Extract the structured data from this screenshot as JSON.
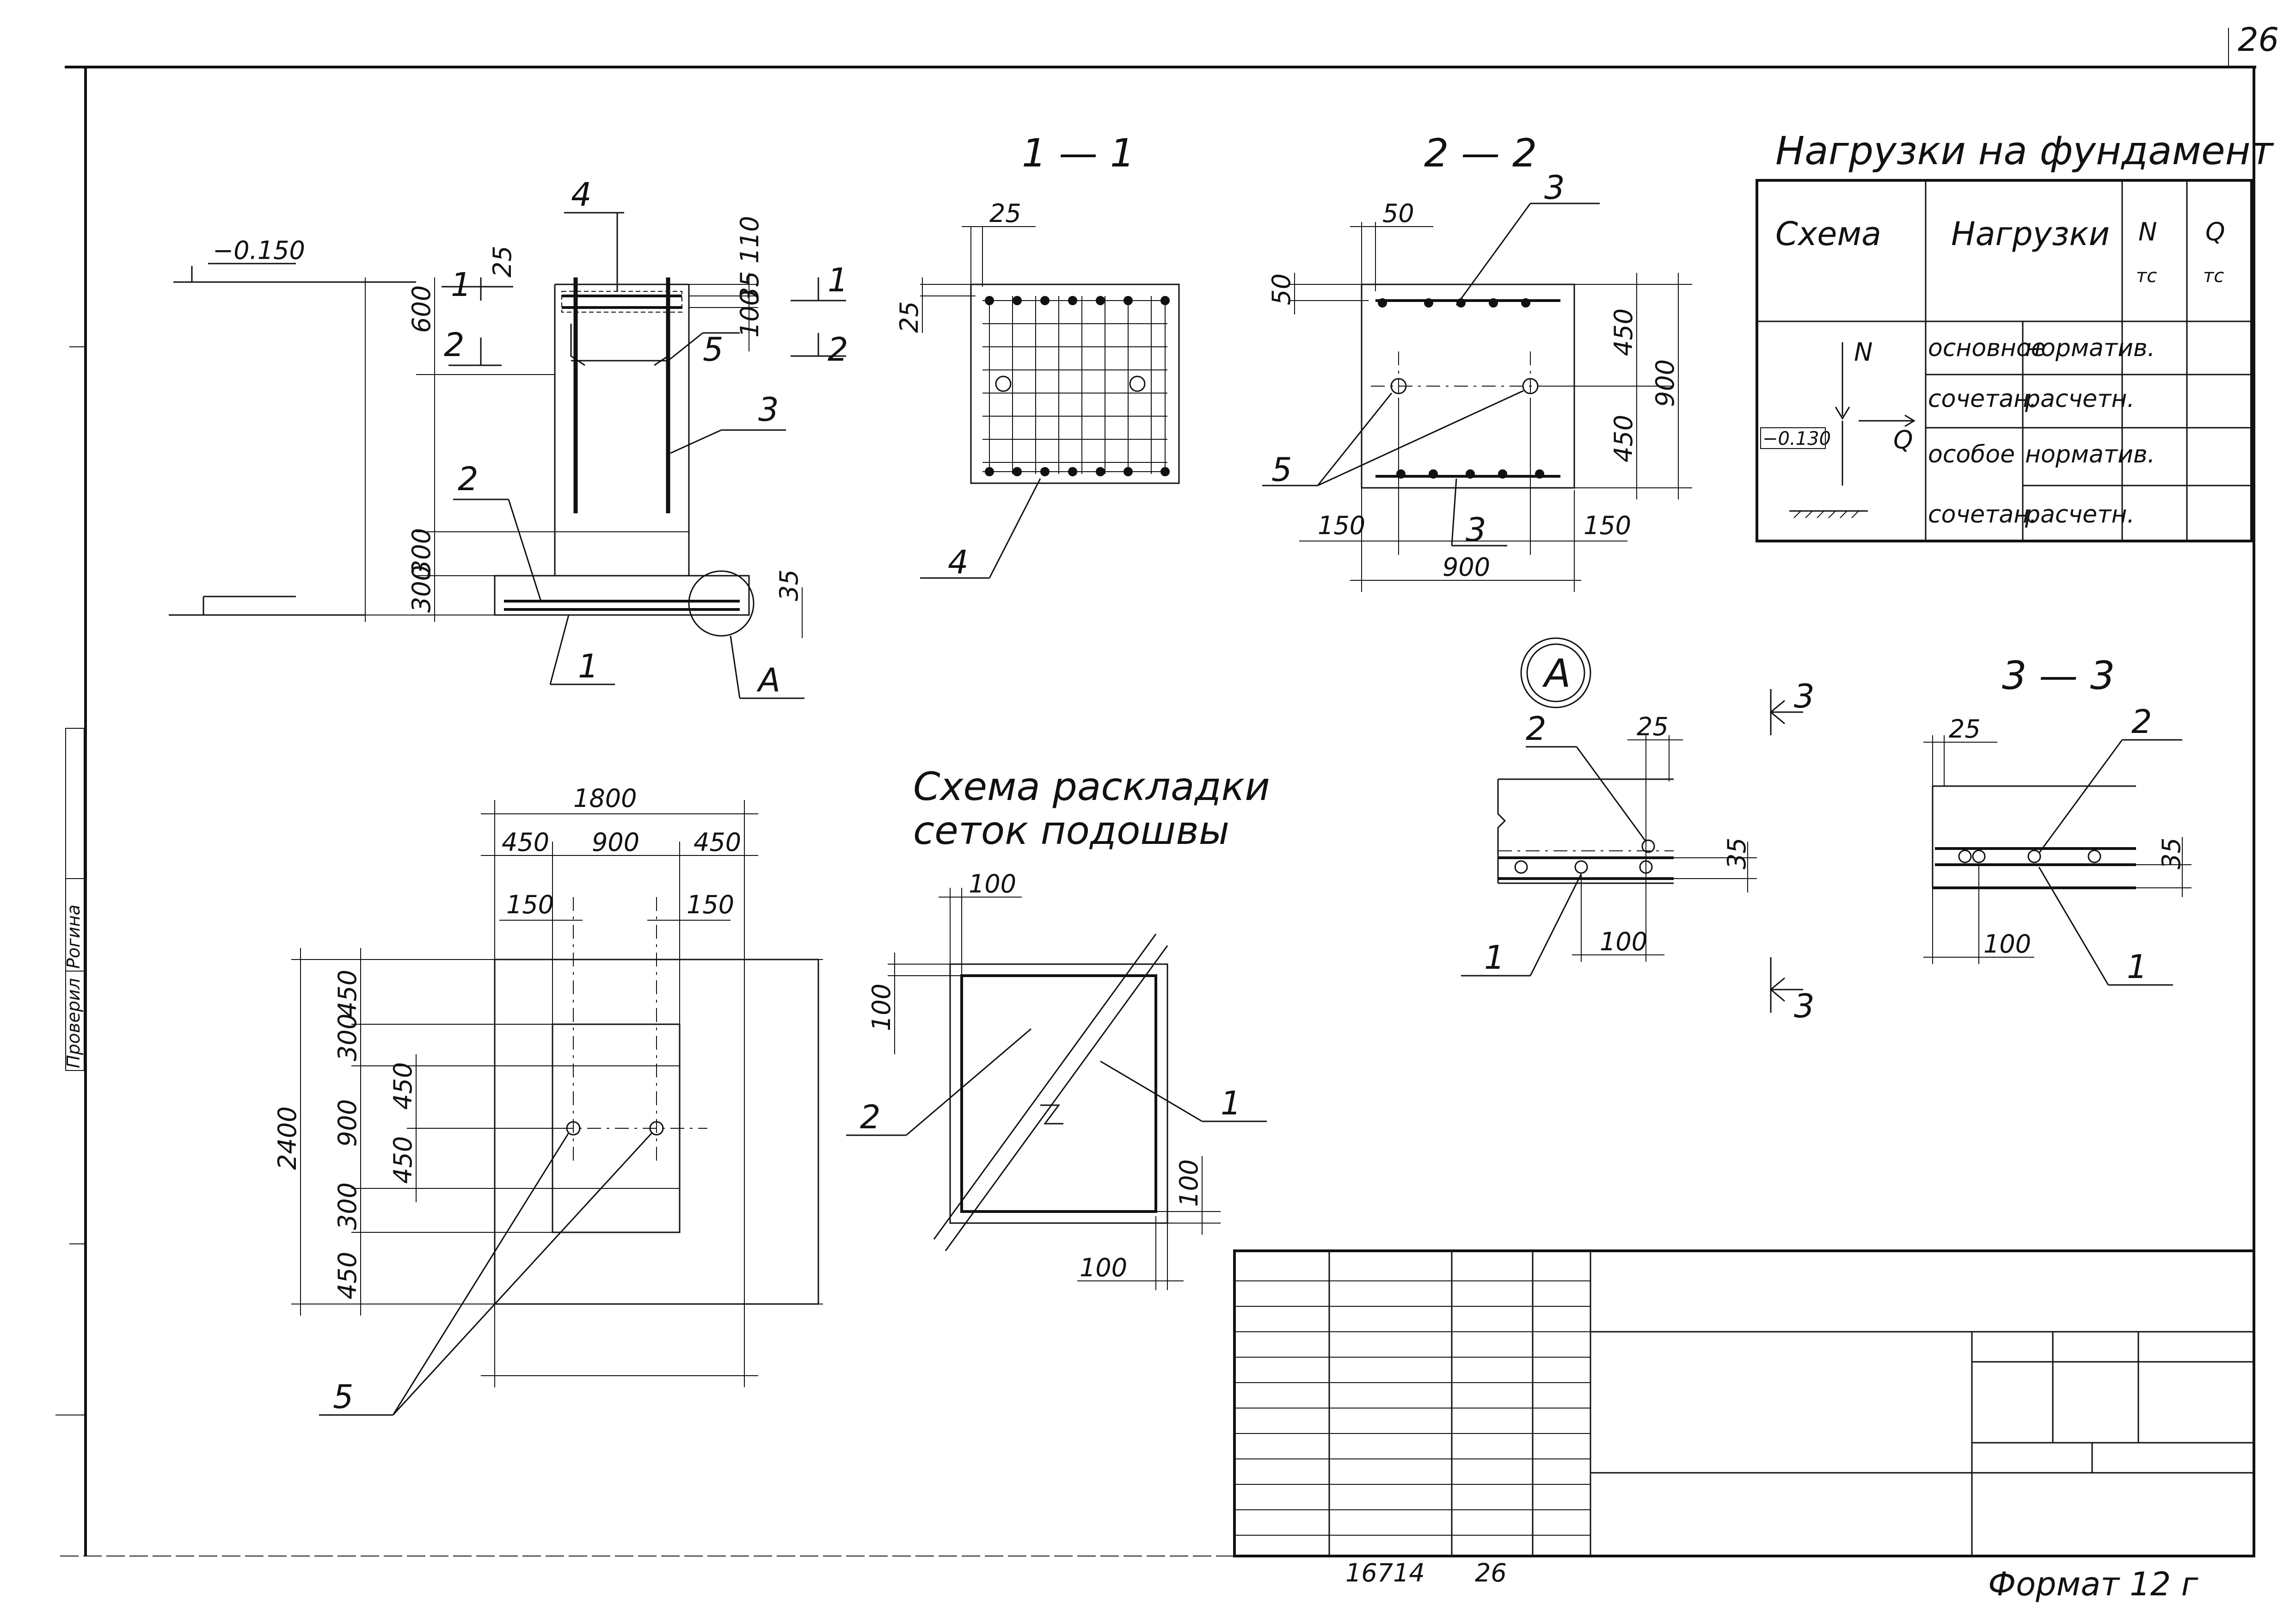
{
  "sheet": {
    "page_number": "26",
    "format": "Формат 12 г",
    "doc_code": "16714",
    "sheet_no": "26",
    "side_stamp": [
      "Проверил",
      "Рогина"
    ]
  },
  "elevation": {
    "level_top": "−0.150",
    "marks": [
      "4",
      "3",
      "2",
      "1",
      "5",
      "A"
    ],
    "section_marks": [
      "1",
      "1",
      "2",
      "2"
    ],
    "dims": [
      "25",
      "600",
      "110",
      "35",
      "100",
      "300",
      "300",
      "35"
    ]
  },
  "section_1_1": {
    "title": "1 — 1",
    "dims": [
      "25",
      "25"
    ],
    "mark": "4"
  },
  "section_2_2": {
    "title": "2 — 2",
    "dims": [
      "50",
      "50",
      "450",
      "450",
      "900",
      "150",
      "150",
      "900"
    ],
    "marks": [
      "3",
      "5",
      "3"
    ]
  },
  "loads_table": {
    "title": "Нагрузки на фундамент",
    "headers": [
      "Схема",
      "Нагрузки",
      "N\nтс",
      "Q\nтс"
    ],
    "rows": [
      {
        "group": "основное сочетан.",
        "type": "норматив."
      },
      {
        "group": "",
        "type": "расчетн."
      },
      {
        "group": "особое сочетан.",
        "type": "норматив."
      },
      {
        "group": "",
        "type": "расчетн."
      }
    ],
    "group1_line1": "основное",
    "group1_line2": "сочетан.",
    "group2_line1": "особое",
    "group2_line2": "сочетан.",
    "type1": "норматив.",
    "type2": "расчетн.",
    "type3": "норматив.",
    "type4": "расчетн.",
    "schema_N": "N",
    "schema_Q": "Q",
    "schema_level": "−0.130"
  },
  "detail_A": {
    "label": "A",
    "dims": [
      "25",
      "35",
      "100"
    ],
    "marks": [
      "2",
      "1"
    ]
  },
  "section_3_3": {
    "title": "3 — 3",
    "cut_marks": [
      "3",
      "3"
    ],
    "dims": [
      "25",
      "35",
      "100"
    ],
    "marks": [
      "2",
      "1"
    ]
  },
  "plan": {
    "dims_top": [
      "1800",
      "450",
      "900",
      "450",
      "150",
      "150"
    ],
    "dims_left": [
      "2400",
      "450",
      "300",
      "900",
      "450",
      "450",
      "300",
      "450"
    ],
    "mark": "5"
  },
  "mesh_scheme": {
    "title_line1": "Схема раскладки",
    "title_line2": "сеток подошвы",
    "dims": [
      "100",
      "100",
      "100",
      "100"
    ],
    "marks": [
      "2",
      "1"
    ]
  }
}
